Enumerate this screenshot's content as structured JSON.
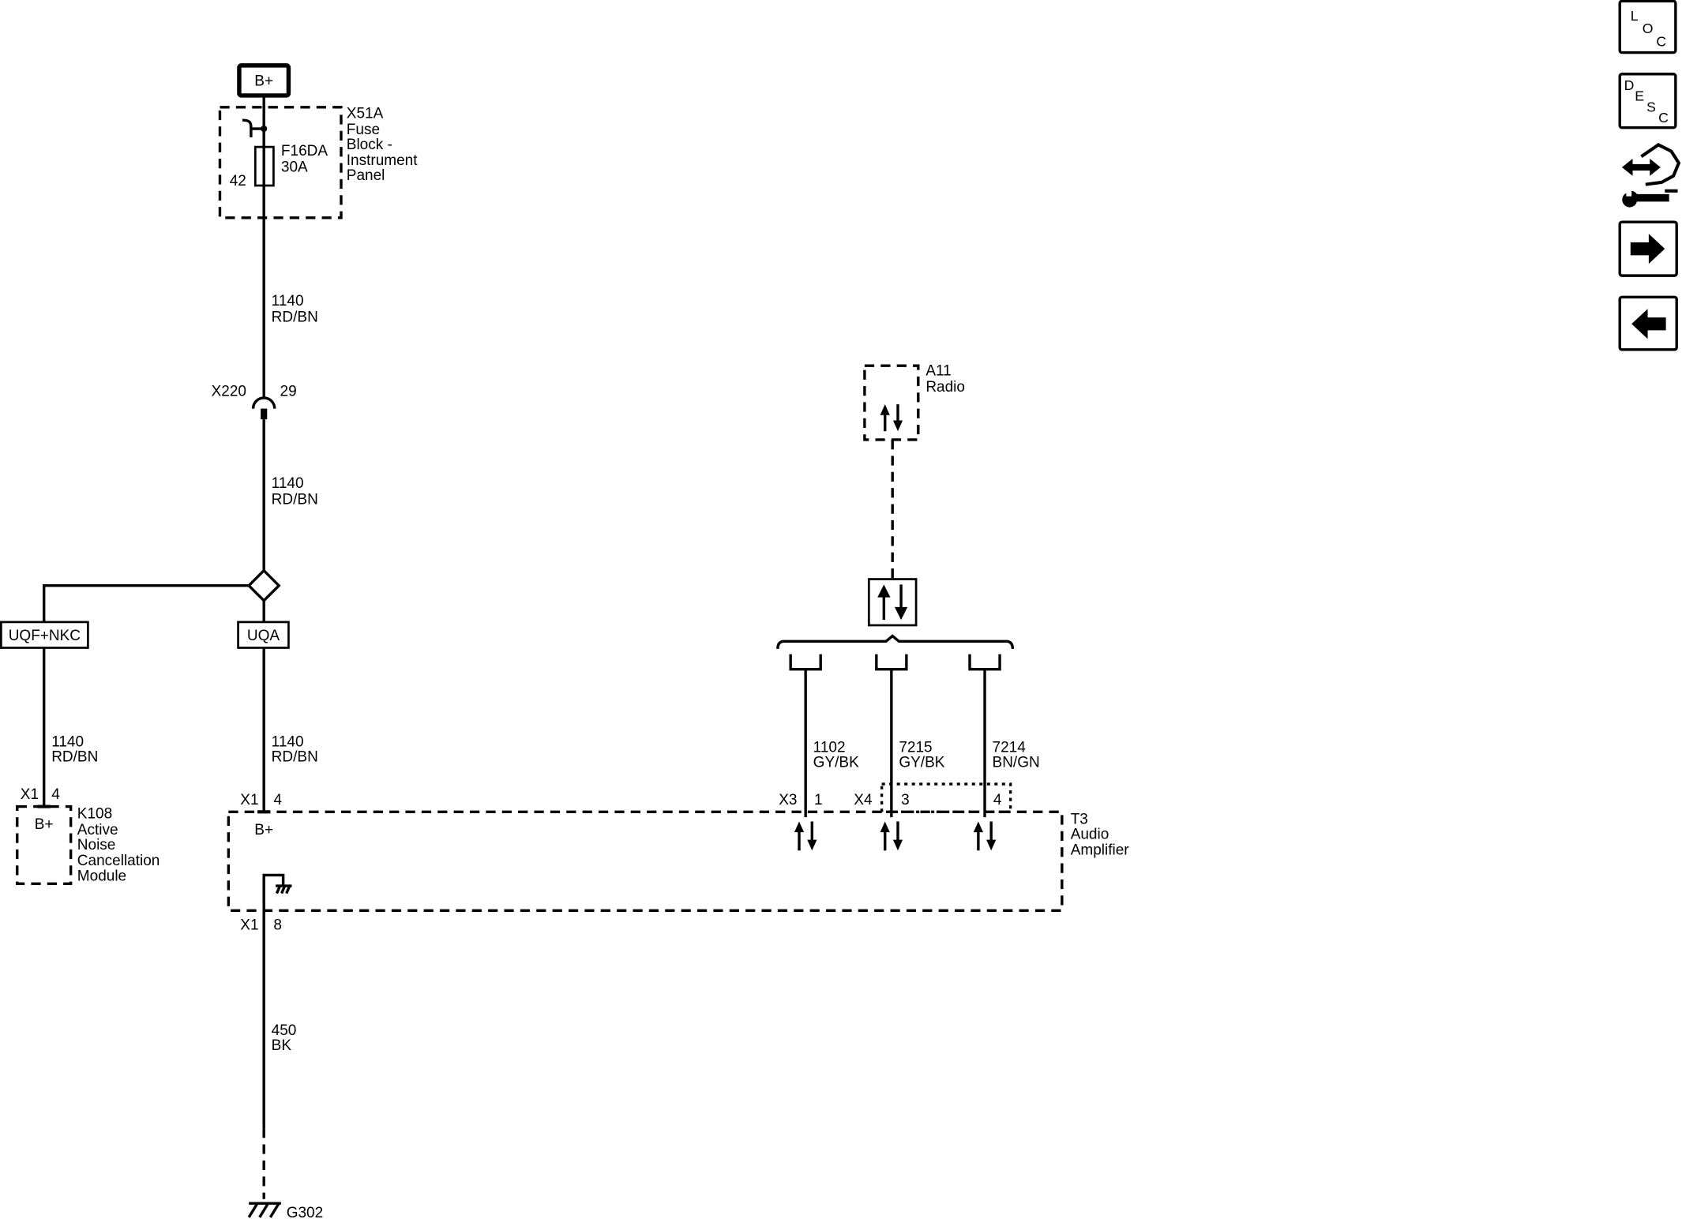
{
  "diagram": {
    "power_source": {
      "label": "B+"
    },
    "fuse_block": {
      "labels": [
        "X51A",
        "Fuse",
        "Block -",
        "Instrument",
        "Panel"
      ],
      "fuse": {
        "name": "F16DA",
        "rating": "30A"
      },
      "cavity": "42"
    },
    "connector_x220": {
      "name": "X220",
      "pin": "29"
    },
    "option_boxes": {
      "uqf_nkc": "UQF+NKC",
      "uqa": "UQA"
    },
    "k108": {
      "labels": [
        "K108",
        "Active",
        "Noise",
        "Cancellation",
        "Module"
      ],
      "connector": "X1",
      "pin": "4",
      "terminal": "B+"
    },
    "t3": {
      "labels": [
        "T3",
        "Audio",
        "Amplifier"
      ],
      "terminal": "B+",
      "power_connector": {
        "name": "X1",
        "pin": "4"
      },
      "ground_connector": {
        "name": "X1",
        "pin": "8"
      },
      "x3": {
        "name": "X3",
        "pin": "1"
      },
      "x4": {
        "name": "X4",
        "pins": [
          "3",
          "4"
        ]
      }
    },
    "a11": {
      "labels": [
        "A11",
        "Radio"
      ]
    },
    "ground": {
      "label": "G302"
    },
    "wires": [
      {
        "circuit": "1140",
        "color": "RD/BN"
      },
      {
        "circuit": "1140",
        "color": "RD/BN"
      },
      {
        "circuit": "1140",
        "color": "RD/BN"
      },
      {
        "circuit": "1140",
        "color": "RD/BN"
      },
      {
        "circuit": "1102",
        "color": "GY/BK"
      },
      {
        "circuit": "7215",
        "color": "GY/BK"
      },
      {
        "circuit": "7214",
        "color": "BN/GN"
      },
      {
        "circuit": "450",
        "color": "BK"
      }
    ]
  },
  "toolbar": {
    "loc": {
      "letters": [
        "L",
        "O",
        "C"
      ]
    },
    "desc": {
      "letters": [
        "D",
        "E",
        "S",
        "C"
      ]
    },
    "connector_view": {
      "icon": "connector-wrench-icon"
    },
    "next": {
      "icon": "arrow-right-icon"
    },
    "previous": {
      "icon": "arrow-left-icon"
    }
  },
  "colors": {
    "line": "#000000",
    "background": "#ffffff"
  }
}
